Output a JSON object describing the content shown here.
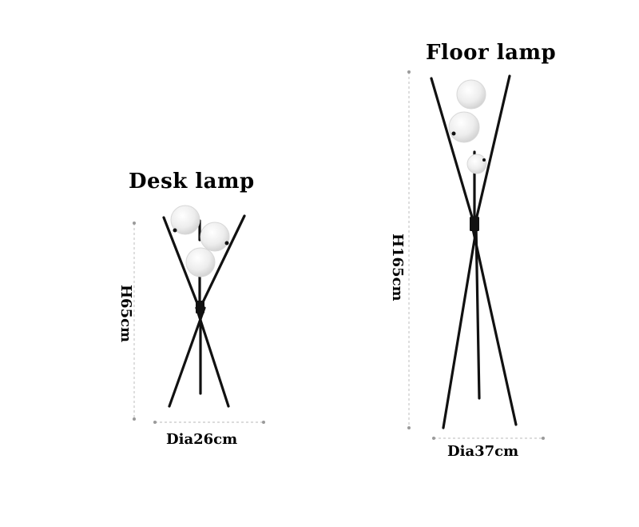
{
  "desk_lamp": {
    "title": "Desk lamp",
    "height_label": "H65cm",
    "diameter_label": "Dia26cm"
  },
  "floor_lamp": {
    "title": "Floor lamp",
    "height_label": "H165cm",
    "diameter_label": "Dia37cm"
  },
  "colors": {
    "frame": "#111111",
    "globe": "#eeeeee",
    "dimension_line": "#c8c8c8"
  }
}
